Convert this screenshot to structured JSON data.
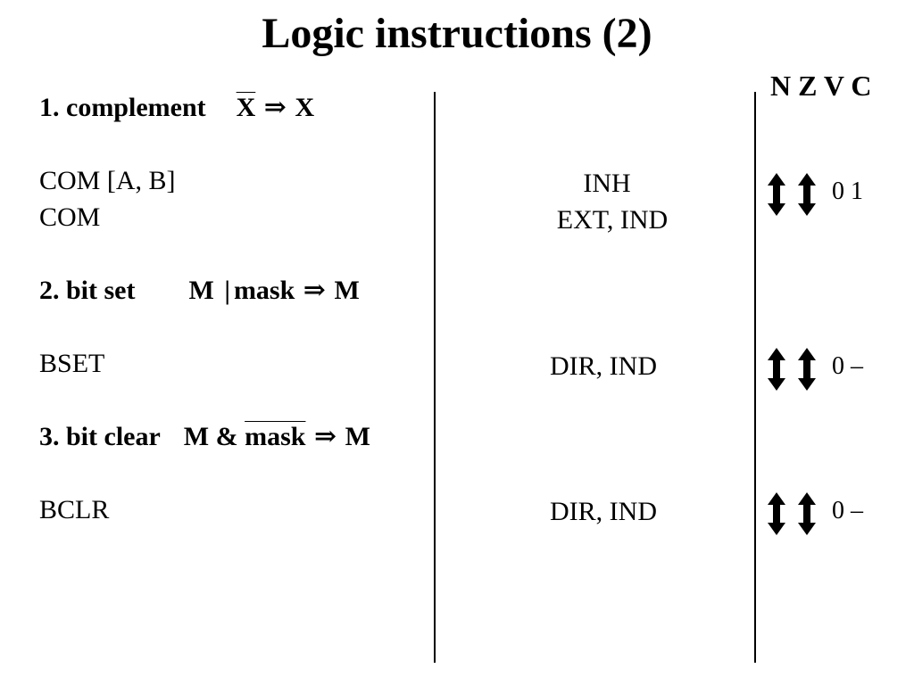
{
  "title": "Logic instructions (2)",
  "flags_header": "N Z V C",
  "sections": [
    {
      "heading_prefix": "1.  complement",
      "expr_var": "X",
      "implies": "⇒",
      "expr_result": "X",
      "instructions": [
        "COM [A, B]",
        "COM"
      ],
      "modes": [
        "INH",
        "EXT, IND"
      ],
      "nz_icon": "up-down-arrow-icon",
      "vc": "0 1"
    },
    {
      "heading_prefix": "2. bit set",
      "expr_left": "M",
      "operator": "|",
      "expr_mask": "mask",
      "implies": "⇒",
      "expr_result": "M",
      "instructions": [
        "BSET"
      ],
      "modes": [
        "DIR, IND"
      ],
      "nz_icon": "up-down-arrow-icon",
      "vc": "0 –"
    },
    {
      "heading_prefix": "3. bit clear",
      "expr_left": "M &",
      "expr_mask": "mask",
      "implies": "⇒",
      "expr_result": "M",
      "instructions": [
        "BCLR"
      ],
      "modes": [
        "DIR, IND"
      ],
      "nz_icon": "up-down-arrow-icon",
      "vc": "0 –"
    }
  ]
}
